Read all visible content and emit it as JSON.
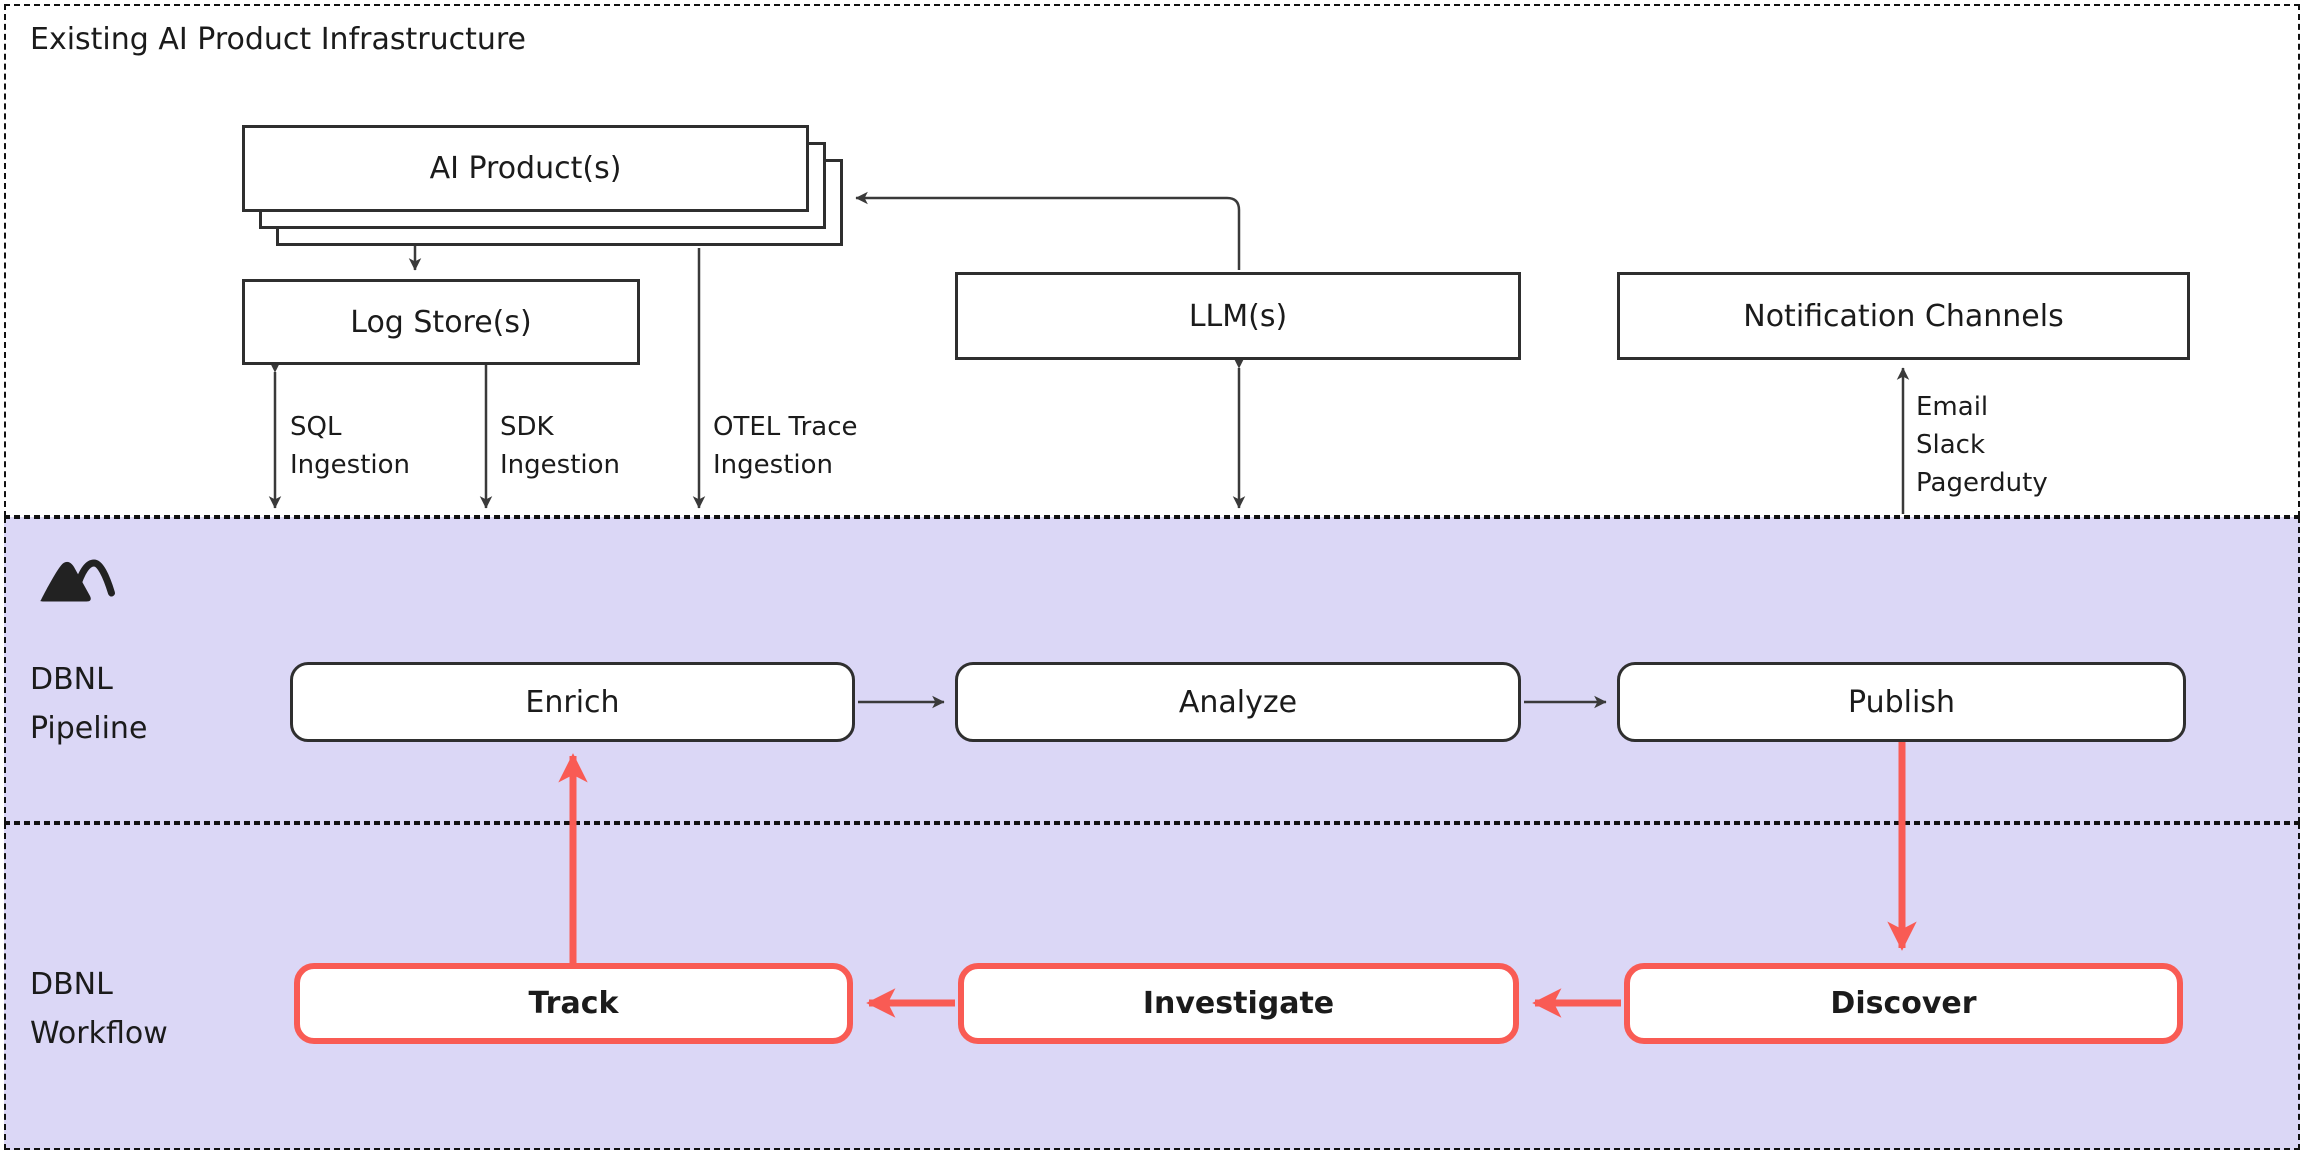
{
  "diagram_title": "Existing AI Product Infrastructure",
  "colors": {
    "section_background": "#dbd7f6",
    "accent_red": "#f95b54",
    "stroke_dark": "#3a3a3a",
    "box_border": "#2f2f2f",
    "text": "#1b1b1b"
  },
  "infrastructure": {
    "title": "Existing AI Product Infrastructure",
    "nodes": {
      "ai_products": "AI Product(s)",
      "log_stores": "Log Store(s)",
      "llms": "LLM(s)",
      "notification_channels": "Notification Channels"
    },
    "edge_labels": {
      "sql": [
        "SQL",
        "Ingestion"
      ],
      "sdk": [
        "SDK",
        "Ingestion"
      ],
      "otel": [
        "OTEL Trace",
        "Ingestion"
      ],
      "notification": [
        "Email",
        "Slack",
        "Pagerduty"
      ]
    }
  },
  "pipeline": {
    "label": [
      "DBNL",
      "Pipeline"
    ],
    "logo": "mountain-logo",
    "nodes": {
      "enrich": "Enrich",
      "analyze": "Analyze",
      "publish": "Publish"
    }
  },
  "workflow": {
    "label": [
      "DBNL",
      "Workflow"
    ],
    "nodes": {
      "track": "Track",
      "investigate": "Investigate",
      "discover": "Discover"
    }
  }
}
